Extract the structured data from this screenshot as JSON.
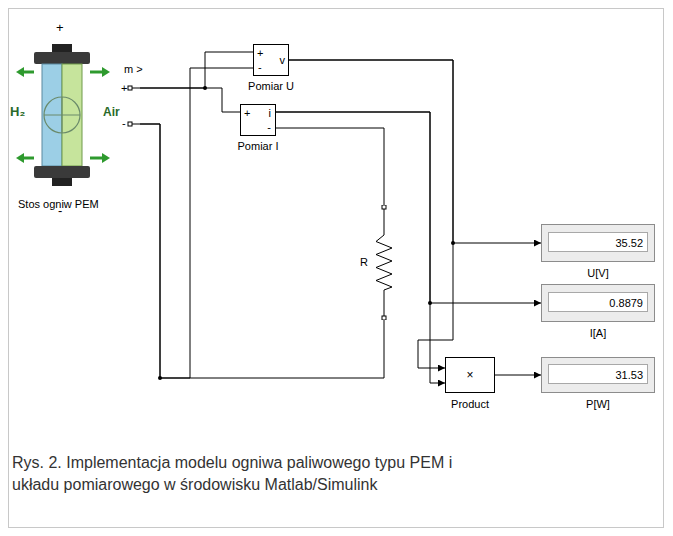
{
  "diagram": {
    "caption": "Rys. 2. Implementacja modelu ogniwa paliwowego typu PEM i układu pomiarowego w środowisku Matlab/Simulink",
    "nodes": [
      {
        "text": [
          "Stos ogniw PEM"
        ]
      },
      {
        "text": [
          "+",
          "-",
          "v",
          "Pomiar U"
        ]
      },
      {
        "text": [
          "+",
          "i",
          "-",
          "Pomiar I"
        ]
      },
      {
        "text": [
          "R"
        ]
      },
      {
        "text": [
          "35.52",
          "U[V]"
        ]
      },
      {
        "text": [
          "0.8879",
          "I[A]"
        ]
      },
      {
        "text": [
          "×",
          "Product"
        ]
      },
      {
        "text": [
          "31.53",
          "P[W]"
        ]
      }
    ],
    "edges": [
      {
        "from": 0,
        "to": 1,
        "arrow": "none"
      },
      {
        "from": 0,
        "to": 2,
        "arrow": "none"
      },
      {
        "from": 1,
        "to": 0,
        "arrow": "none"
      },
      {
        "from": 2,
        "to": 3,
        "arrow": "none"
      },
      {
        "from": 3,
        "to": 0,
        "arrow": "none"
      },
      {
        "from": 1,
        "to": 4,
        "arrow": "to"
      },
      {
        "from": 1,
        "to": 6,
        "arrow": "to"
      },
      {
        "from": 2,
        "to": 5,
        "arrow": "to"
      },
      {
        "from": 2,
        "to": 6,
        "arrow": "to"
      },
      {
        "from": 6,
        "to": 7,
        "arrow": "to"
      }
    ],
    "labels": [
      "+",
      "-",
      "H₂",
      "Air",
      "m >",
      "+",
      "-"
    ]
  }
}
